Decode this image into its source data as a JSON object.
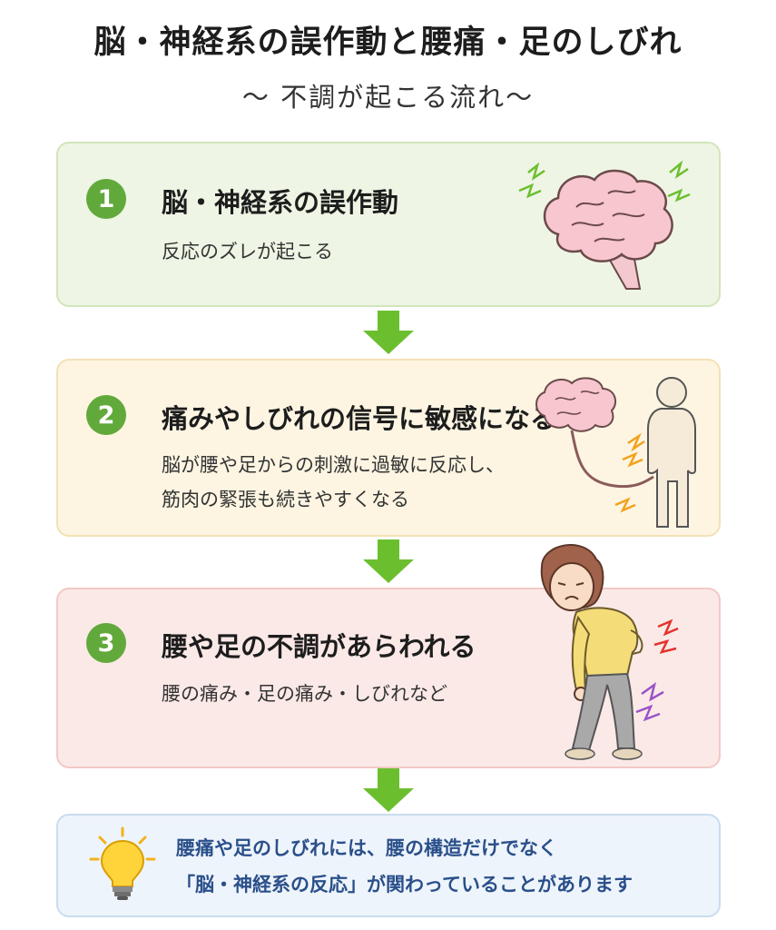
{
  "title": "脳・神経系の誤作動と腰痛・足のしびれ",
  "subtitle": "〜 不調が起こる流れ〜",
  "steps": [
    {
      "number": "1",
      "title": "脳・神経系の誤作動",
      "desc_lines": [
        "反応のズレが起こる"
      ],
      "illustration": "brain-icon"
    },
    {
      "number": "2",
      "title": "痛みやしびれの信号に敏感になる",
      "desc_lines": [
        "脳が腰や足からの刺激に過敏に反応し、",
        "筋肉の緊張も続きやすくなる"
      ],
      "illustration": "brain-nerve-body-icon"
    },
    {
      "number": "3",
      "title": "腰や足の不調があらわれる",
      "desc_lines": [
        "腰の痛み・足の痛み・しびれなど"
      ],
      "illustration": "woman-back-pain-icon"
    }
  ],
  "note": {
    "lines": [
      "腰痛や足のしびれには、腰の構造だけでなく",
      "「脳・神経系の反応」が関わっていることがあります"
    ],
    "icon": "lightbulb-icon"
  },
  "colors": {
    "accent_green": "#62a93c",
    "arrow_green": "#6bbf2f",
    "note_blue": "#2a4f8a"
  }
}
